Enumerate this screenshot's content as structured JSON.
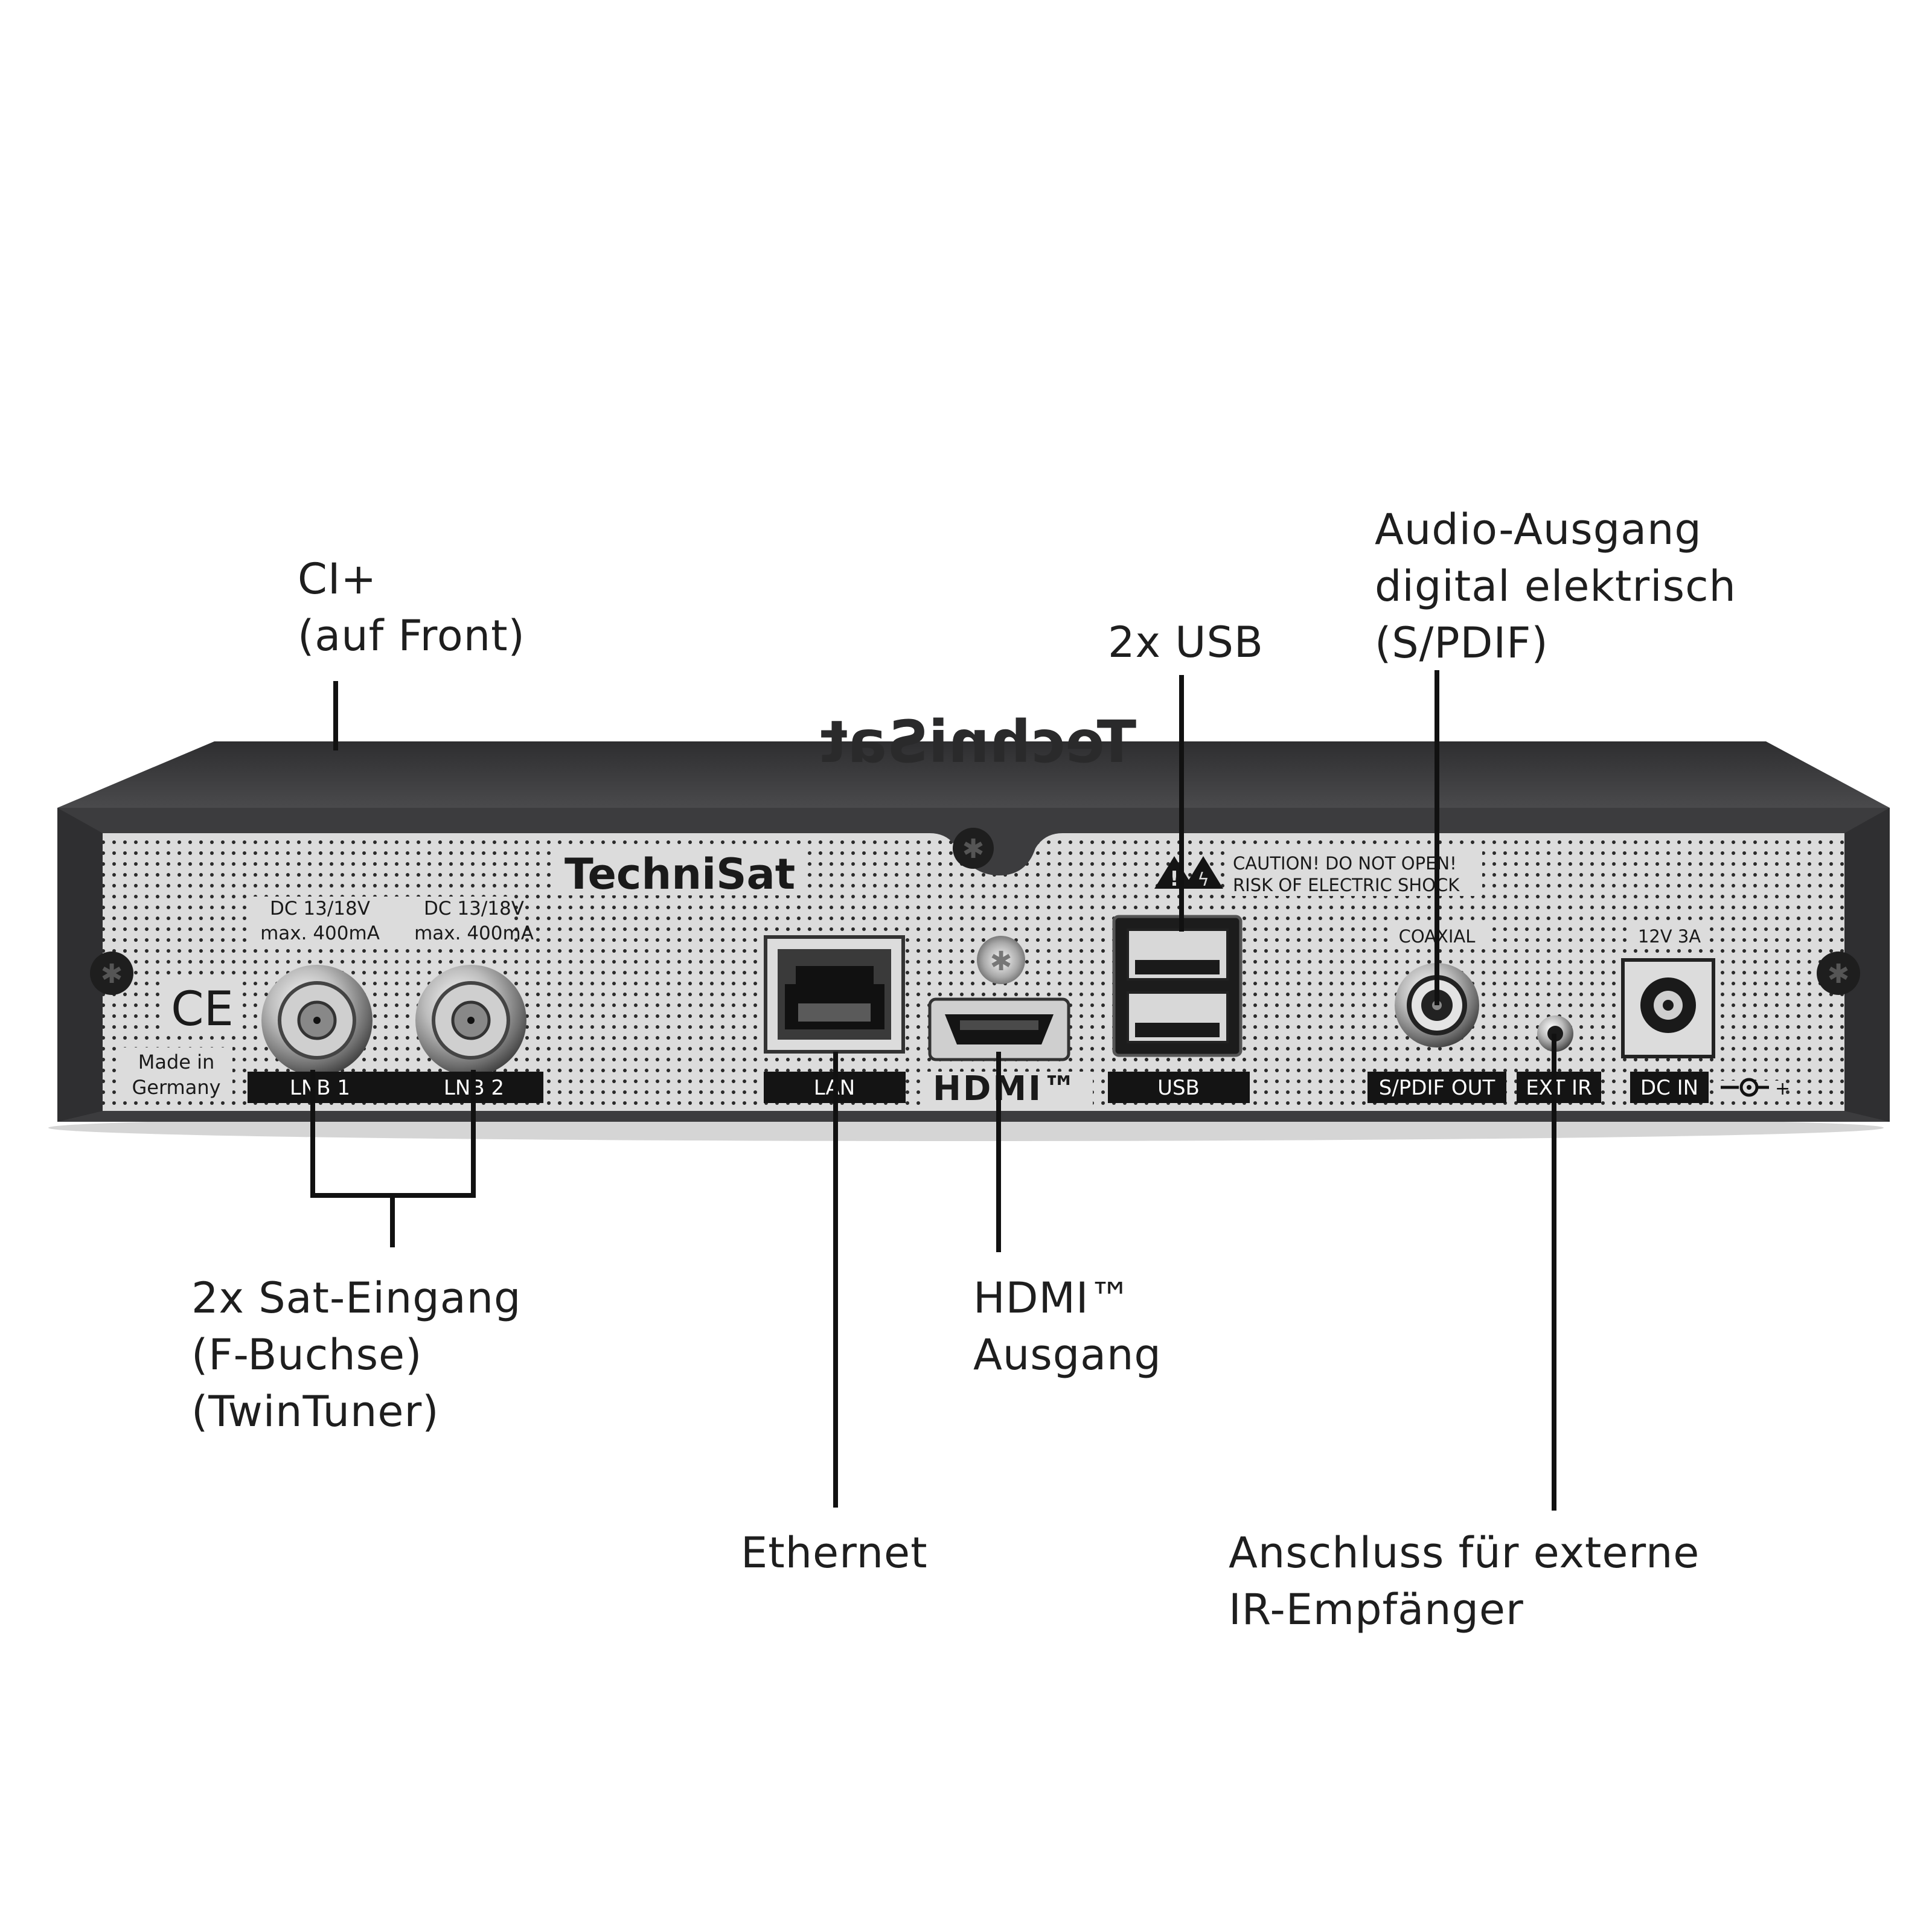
{
  "callouts": {
    "ci": [
      "CI+",
      "(auf Front)"
    ],
    "usb": [
      "2x USB"
    ],
    "audio": [
      "Audio-Ausgang",
      "digital elektrisch",
      "(S/PDIF)"
    ],
    "sat": [
      "2x Sat-Eingang",
      "(F-Buchse)",
      "(TwinTuner)"
    ],
    "hdmi": [
      "HDMI™",
      "Ausgang"
    ],
    "ethernet": [
      "Ethernet"
    ],
    "ir": [
      "Anschluss für externe",
      "IR-Empfänger"
    ]
  },
  "device": {
    "brand": "TechniSat",
    "lnb_spec_line1": "DC 13/18V",
    "lnb_spec_line2": "max. 400mA",
    "ce_mark": "CE",
    "made_in_line1": "Made in",
    "made_in_line2": "Germany",
    "caution_line1": "CAUTION! DO NOT OPEN!",
    "caution_line2": "RISK OF ELECTRIC SHOCK",
    "coaxial_label": "COAXIAL",
    "power_spec": "12V 3A",
    "hdmi_logo": "HDMI™",
    "port_labels": {
      "lnb1": "LNB 1",
      "lnb2": "LNB 2",
      "lan": "LAN",
      "usb": "USB",
      "spdif": "S/PDIF OUT",
      "extir": "EXT IR",
      "dcin": "DC IN"
    }
  },
  "colors": {
    "chassis": "#3c3c3e",
    "panel": "#d9d9d9",
    "label_bg": "#141414",
    "label_text": "#ffffff",
    "leader_line": "#111111"
  }
}
